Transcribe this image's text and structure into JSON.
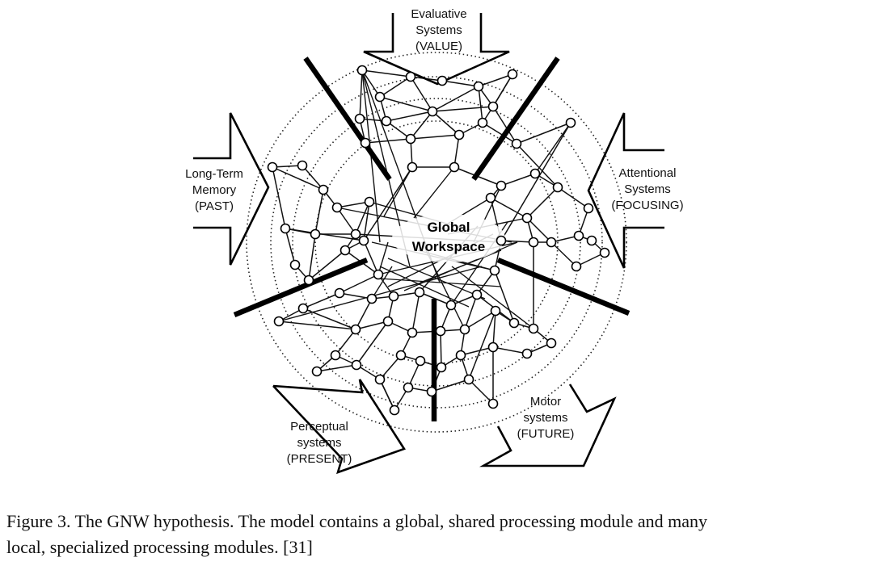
{
  "modules": {
    "evaluative": [
      "Evaluative",
      "Systems",
      "(VALUE)"
    ],
    "long_term_memory": [
      "Long-Term",
      "Memory",
      "(PAST)"
    ],
    "attentional": [
      "Attentional",
      "Systems",
      "(FOCUSING)"
    ],
    "perceptual": [
      "Perceptual",
      "systems",
      "(PRESENT)"
    ],
    "motor": [
      "Motor",
      "systems",
      "(FUTURE)"
    ]
  },
  "center": [
    "Global",
    "Workspace"
  ],
  "caption": [
    "Figure 3. The GNW hypothesis. The model contains a global, shared processing module and many",
    "local, specialized processing modules. [31]"
  ]
}
